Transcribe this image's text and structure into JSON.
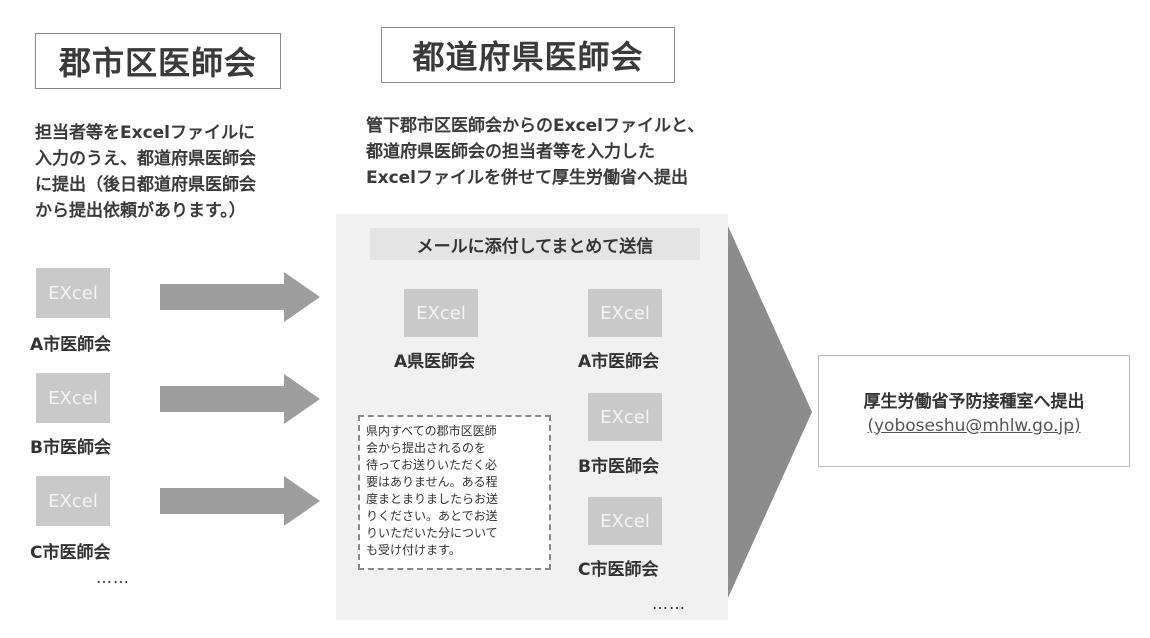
{
  "left": {
    "title": "郡市区医師会",
    "description": [
      "担当者等をExcelファイルに",
      "入力のうえ、都道府県医師会",
      "に提出（後日都道府県医師会",
      "から提出依頼があります。）"
    ],
    "files": [
      {
        "icon_text": "EXcel",
        "label": "A市医師会"
      },
      {
        "icon_text": "EXcel",
        "label": "B市医師会"
      },
      {
        "icon_text": "EXcel",
        "label": "C市医師会"
      }
    ],
    "ellipsis": "……"
  },
  "middle": {
    "title": "都道府県医師会",
    "description": [
      "管下郡市区医師会からのExcelファイルと、",
      "都道府県医師会の担当者等を入力した",
      "Excelファイルを併せて厚生労働省へ提出"
    ],
    "banner": "メールに添付してまとめて送信",
    "pref_file": {
      "icon_text": "EXcel",
      "label": "A県医師会"
    },
    "city_files": [
      {
        "icon_text": "EXcel",
        "label": "A市医師会"
      },
      {
        "icon_text": "EXcel",
        "label": "B市医師会"
      },
      {
        "icon_text": "EXcel",
        "label": "C市医師会"
      }
    ],
    "note": [
      "県内すべての郡市区医師",
      "会から提出されるのを",
      "待ってお送りいただく必",
      "要はありません。ある程",
      "度まとまりましたらお送",
      "りください。あとでお送",
      "りいただいた分について",
      "も受け付けます。"
    ],
    "ellipsis": "……"
  },
  "right": {
    "title": "厚生労働省予防接種室へ提出",
    "email": "(yoboseshu@mhlw.go.jp)"
  },
  "colors": {
    "arrow": "#9e9e9e",
    "big_arrow": "#8c8c8c",
    "excel_icon": "#c9c9c9",
    "panel": "#f1f1f1"
  }
}
